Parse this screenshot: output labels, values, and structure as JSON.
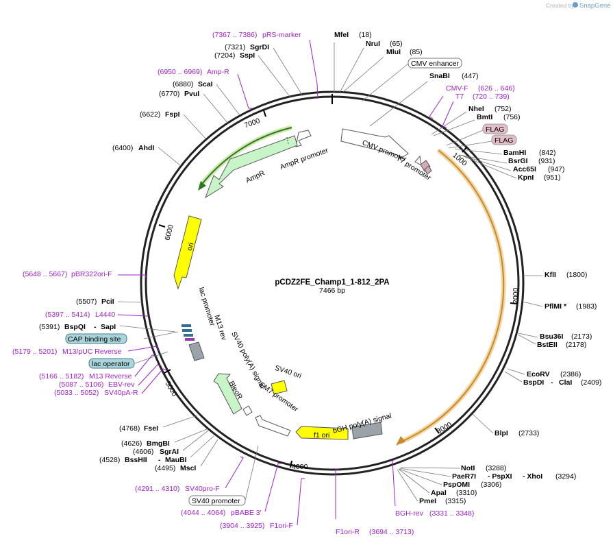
{
  "credit": {
    "created_by": "Created by",
    "brand": "SnapGene"
  },
  "plasmid": {
    "name": "pCDZ2FE_Champ1_1-812_2PA",
    "length": "7466 bp"
  },
  "ticks": [
    "1000",
    "2000",
    "3000",
    "4000",
    "5000",
    "6000",
    "7000"
  ],
  "features": {
    "cmv_promoter": "CMV promoter",
    "t7_promoter": "T7 promoter",
    "ampr_promoter": "AmpR promoter",
    "ampr": "AmpR",
    "ori": "ori",
    "lac_promoter": "lac promoter",
    "m13_rev": "M13 rev",
    "sv40_polya": "SV40 poly(A) signal",
    "bleor": "BleoR",
    "em7_promoter": "EM7 promoter",
    "sv40_ori": "SV40 ori",
    "f1_ori": "f1 ori",
    "bgh_polya": "bGH poly(A) signal"
  },
  "boxed_labels": {
    "cmv_enhancer": "CMV enhancer",
    "flag1": "FLAG",
    "flag2": "FLAG",
    "cap_binding_site": "CAP binding site",
    "lac_operator": "lac operator",
    "sv40_promoter": "SV40 promoter"
  },
  "enzymes": [
    {
      "id": "mfei",
      "name": "MfeI",
      "pos": "(18)"
    },
    {
      "id": "nrui",
      "name": "NruI",
      "pos": "(65)"
    },
    {
      "id": "mlui",
      "name": "MluI",
      "pos": "(85)"
    },
    {
      "id": "snabi",
      "name": "SnaBI",
      "pos": "(447)"
    },
    {
      "id": "nhei",
      "name": "NheI",
      "pos": "(752)"
    },
    {
      "id": "bmti",
      "name": "BmtI",
      "pos": "(756)"
    },
    {
      "id": "bamhi",
      "name": "BamHI",
      "pos": "(842)"
    },
    {
      "id": "bsrgi",
      "name": "BsrGI",
      "pos": "(931)"
    },
    {
      "id": "acc65i",
      "name": "Acc65I",
      "pos": "(947)"
    },
    {
      "id": "kpni",
      "name": "KpnI",
      "pos": "(951)"
    },
    {
      "id": "kfli",
      "name": "KflI",
      "pos": "(1800)"
    },
    {
      "id": "pflmi",
      "name": "PflMI *",
      "pos": "(1983)"
    },
    {
      "id": "bsu36i",
      "name": "Bsu36I",
      "pos": "(2173)"
    },
    {
      "id": "bsteii",
      "name": "BstEII",
      "pos": "(2178)"
    },
    {
      "id": "ecorv",
      "name": "EcoRV",
      "pos": "(2386)"
    },
    {
      "id": "bspdi",
      "name": "BspDI",
      "sep": "-",
      "name2": "ClaI",
      "pos": "(2409)"
    },
    {
      "id": "blpi",
      "name": "BlpI",
      "pos": "(2733)"
    },
    {
      "id": "noti",
      "name": "NotI",
      "pos": "(3288)"
    },
    {
      "id": "paer7i",
      "name": "PaeR7I",
      "sep": "- PspXI",
      "name2": "- XhoI",
      "pos": "(3294)"
    },
    {
      "id": "pspomi",
      "name": "PspOMI",
      "pos": "(3306)"
    },
    {
      "id": "apai",
      "name": "ApaI",
      "pos": "(3310)"
    },
    {
      "id": "pmei",
      "name": "PmeI",
      "pos": "(3315)"
    },
    {
      "id": "msci",
      "name": "MscI",
      "pos": "(4495)"
    },
    {
      "id": "bsshii",
      "name": "BssHII",
      "sep": "-",
      "name2": "MauBI",
      "pos": "(4528)"
    },
    {
      "id": "sgrai",
      "name": "SgrAI",
      "pos": "(4606)"
    },
    {
      "id": "bmgbi",
      "name": "BmgBI",
      "pos": "(4626)"
    },
    {
      "id": "fsei",
      "name": "FseI",
      "pos": "(4768)"
    },
    {
      "id": "bspqi",
      "name": "BspQI",
      "sep": "-",
      "name2": "SapI",
      "pos": "(5391)"
    },
    {
      "id": "pcii",
      "name": "PciI",
      "pos": "(5507)"
    },
    {
      "id": "ahdi",
      "name": "AhdI",
      "pos": "(6400)"
    },
    {
      "id": "fspi",
      "name": "FspI",
      "pos": "(6622)"
    },
    {
      "id": "pvui",
      "name": "PvuI",
      "pos": "(6770)"
    },
    {
      "id": "scai",
      "name": "ScaI",
      "pos": "(6880)"
    },
    {
      "id": "sspi",
      "name": "SspI",
      "pos": "(7204)"
    },
    {
      "id": "sgrdi",
      "name": "SgrDI",
      "pos": "(7321)"
    }
  ],
  "primers": [
    {
      "id": "prs_marker",
      "range": "(7367 .. 7386)",
      "name": "pRS-marker"
    },
    {
      "id": "amp_r",
      "range": "(6950 .. 6969)",
      "name": "Amp-R"
    },
    {
      "id": "cmv_f",
      "name": "CMV-F",
      "range": "(626 .. 646)"
    },
    {
      "id": "t7",
      "name": "T7",
      "range": "(720 .. 739)"
    },
    {
      "id": "pbr322ori_f",
      "range": "(5648 .. 5667)",
      "name": "pBR322ori-F"
    },
    {
      "id": "l4440",
      "range": "(5397 .. 5414)",
      "name": "L4440"
    },
    {
      "id": "m13puc_rev",
      "range": "(5179 .. 5201)",
      "name": "M13/pUC Reverse"
    },
    {
      "id": "m13_reverse",
      "range": "(5166 .. 5182)",
      "name": "M13 Reverse"
    },
    {
      "id": "ebv_rev",
      "range": "(5087 .. 5106)",
      "name": "EBV-rev"
    },
    {
      "id": "sv40pa_r",
      "range": "(5033 .. 5052)",
      "name": "SV40pA-R"
    },
    {
      "id": "sv40pro_f",
      "range": "(4291 .. 4310)",
      "name": "SV40pro-F"
    },
    {
      "id": "pbabe3",
      "range": "(4044 .. 4064)",
      "name": "pBABE 3'"
    },
    {
      "id": "f1ori_f",
      "range": "(3904 .. 3925)",
      "name": "F1ori-F"
    },
    {
      "id": "f1ori_r",
      "name": "F1ori-R",
      "range": "(3694 .. 3713)"
    },
    {
      "id": "bgh_rev",
      "name": "BGH-rev",
      "range": "(3331 .. 3348)"
    }
  ]
}
